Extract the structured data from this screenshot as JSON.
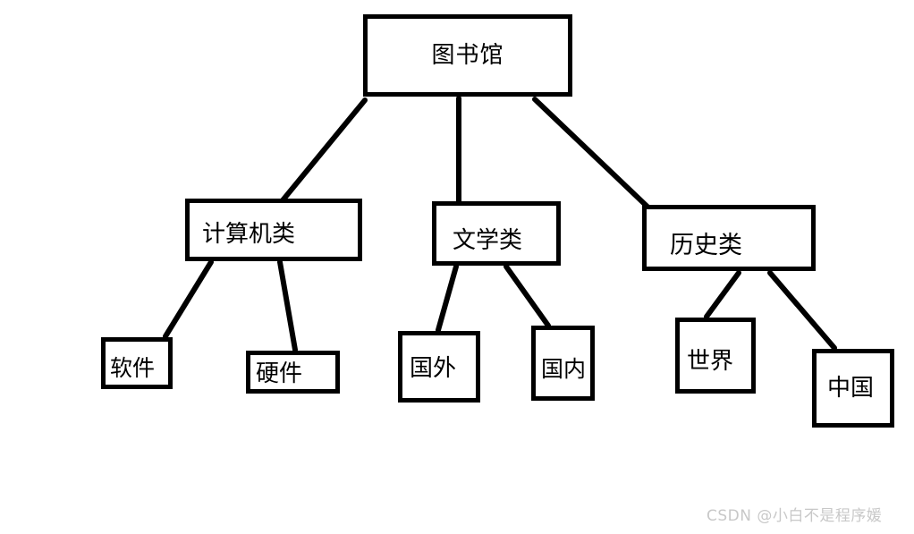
{
  "diagram": {
    "type": "tree",
    "title": "图书馆",
    "nodes": {
      "root": {
        "label": "图书馆"
      },
      "computer": {
        "label": "计算机类"
      },
      "literature": {
        "label": "文学类"
      },
      "history": {
        "label": "历史类"
      },
      "software": {
        "label": "软件"
      },
      "hardware": {
        "label": "硬件"
      },
      "foreign": {
        "label": "国外"
      },
      "domestic": {
        "label": "国内"
      },
      "world": {
        "label": "世界"
      },
      "china": {
        "label": "中国"
      }
    },
    "edges": [
      {
        "from": "root",
        "to": "computer"
      },
      {
        "from": "root",
        "to": "literature"
      },
      {
        "from": "root",
        "to": "history"
      },
      {
        "from": "computer",
        "to": "software"
      },
      {
        "from": "computer",
        "to": "hardware"
      },
      {
        "from": "literature",
        "to": "foreign"
      },
      {
        "from": "literature",
        "to": "domestic"
      },
      {
        "from": "history",
        "to": "world"
      },
      {
        "from": "history",
        "to": "china"
      }
    ],
    "colors": {
      "stroke": "#000000",
      "fill": "#ffffff",
      "text": "#000000",
      "watermark": "#c8c8c8"
    }
  },
  "watermark": {
    "text": "CSDN @小白不是程序媛"
  }
}
